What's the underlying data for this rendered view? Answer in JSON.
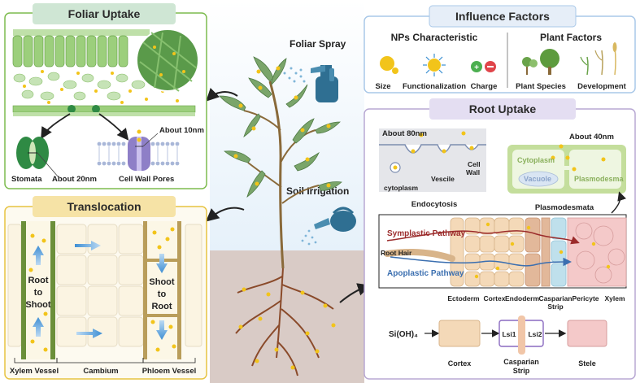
{
  "foliar": {
    "title": "Foliar Uptake",
    "about10": "About 10nm",
    "about20": "About 20nm",
    "stomata": "Stomata",
    "cellwallpores": "Cell Wall Pores"
  },
  "influence": {
    "title": "Influence Factors",
    "nps_title": "NPs Characteristic",
    "plant_title": "Plant Factors",
    "size": "Size",
    "functionalization": "Functionalization",
    "charge": "Charge",
    "species": "Plant Species",
    "development": "Development"
  },
  "center": {
    "foliar_spray": "Foliar Spray",
    "soil_irrigation": "Soil Irrigation"
  },
  "translocation": {
    "title": "Translocation",
    "root_to_shoot": [
      "Root",
      "to",
      "Shoot"
    ],
    "shoot_to_root": [
      "Shoot",
      "to",
      "Root"
    ],
    "xylem_vessel": "Xylem Vessel",
    "cambium": "Cambium",
    "phloem_vessel": "Phloem Vessel"
  },
  "root": {
    "title": "Root Uptake",
    "about80": "About 80nm",
    "about40": "About 40nm",
    "vescile": "Vescile",
    "cell_wall": [
      "Cell",
      "Wall"
    ],
    "cytoplasm_small": "cytoplasm",
    "cytoplasm": "Cytoplasm",
    "vacuole": "Vacuole",
    "plasmodesma": "Plasmodesma",
    "endocytosis": "Endocytosis",
    "plasmodesmata": "Plasmodesmata",
    "symplastic": "Symplastic Pathway",
    "apoplastic": "Apoplastic Pathway",
    "root_hair": "Root Hair",
    "ectoderm": "Ectoderm",
    "cortex": "Cortex",
    "endoderm": "Endoderm",
    "casparian_strip": [
      "Casparian",
      "Strip"
    ],
    "pericyte": "Pericyte",
    "xylem": "Xylem",
    "sioh4": "Si(OH)₄",
    "lsi1": "Lsi1",
    "lsi2": "Lsi2",
    "cortex2": "Cortex",
    "stele": "Stele"
  },
  "colors": {
    "green_border": "#7dbb4e",
    "yellow_border": "#e7c341",
    "blue_border": "#a9c8e8",
    "purple_border": "#b8a8d3",
    "np_yellow": "#f2c41a",
    "symplastic_red": "#9b2b2b",
    "apoplastic_blue": "#3b6fb0"
  }
}
